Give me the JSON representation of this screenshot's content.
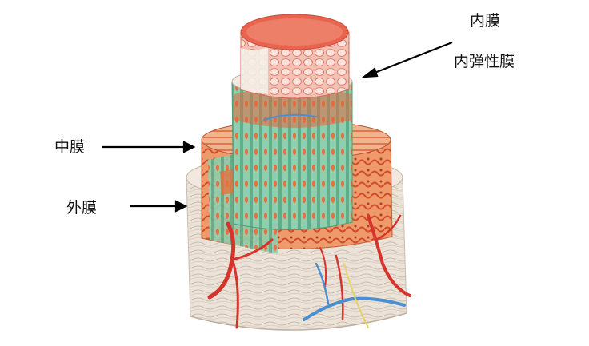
{
  "labels": {
    "intima": "内膜",
    "internal_elastic_membrane": "内弹性膜",
    "media": "中膜",
    "adventitia": "外膜"
  },
  "colors": {
    "intima_surface": "#e86a55",
    "intima_cells": "#f6d4cc",
    "elastic_band": "#f1ece6",
    "media_green": "#86c7a7",
    "media_orange": "#e4723e",
    "adventitia": "#ebe3da",
    "artery": "#d8322c",
    "vein": "#4b8fd0",
    "nerve": "#e8d26a",
    "arrow": "#000000"
  }
}
